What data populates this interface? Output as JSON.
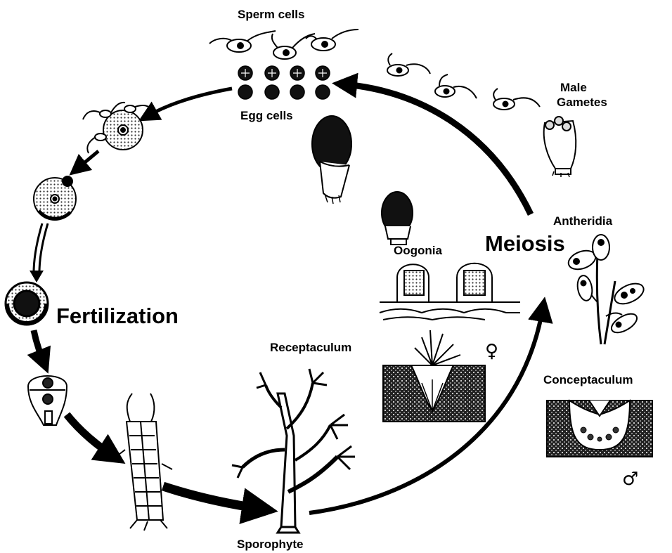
{
  "labels": {
    "sperm_cells": "Sperm cells",
    "egg_cells": "Egg cells",
    "male_gametes": "Male\nGametes",
    "antheridia": "Antheridia",
    "meiosis": "Meiosis",
    "oogonia": "Oogonia",
    "fertilization": "Fertilization",
    "receptaculum": "Receptaculum",
    "conceptaculum": "Conceptaculum",
    "sporophyte": "Sporophyte",
    "female_symbol": "♀",
    "male_symbol": "♂"
  },
  "colors": {
    "ink": "#000000",
    "background": "#ffffff"
  }
}
